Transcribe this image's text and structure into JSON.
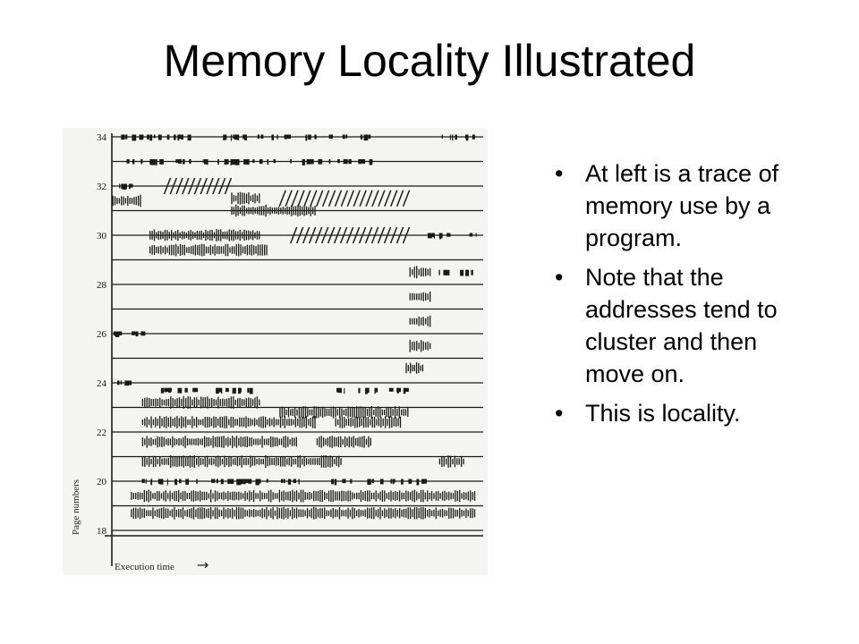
{
  "title": "Memory Locality Illustrated",
  "bullets": [
    "At left is a trace of memory use by a program.",
    "Note that the addresses tend to cluster and then move on.",
    "This is locality."
  ],
  "bullet_glyph": "•",
  "chart_data": {
    "type": "scatter",
    "title": "",
    "xlabel": "Execution time",
    "ylabel": "Page numbers",
    "x_axis_arrow": "→",
    "ylim": [
      18,
      34
    ],
    "xlim": [
      0,
      100
    ],
    "y_ticks": [
      18,
      20,
      22,
      24,
      26,
      28,
      30,
      32,
      34
    ],
    "grid": true,
    "ink_color": "#1a1a1a",
    "reference_clusters": [
      {
        "page": 34,
        "x_start": 2,
        "x_end": 70,
        "pattern": "sparse"
      },
      {
        "page": 34,
        "x_start": 88,
        "x_end": 98,
        "pattern": "sparse"
      },
      {
        "page": 33,
        "x_start": 2,
        "x_end": 70,
        "pattern": "sparse"
      },
      {
        "page": 32,
        "x_start": 0,
        "x_end": 8,
        "pattern": "sparse"
      },
      {
        "page": 31.4,
        "x_start": 0,
        "x_end": 8,
        "pattern": "dense"
      },
      {
        "page": 32,
        "x_start": 14,
        "x_end": 32,
        "pattern": "diagonal"
      },
      {
        "page": 31.5,
        "x_start": 32,
        "x_end": 40,
        "pattern": "dense"
      },
      {
        "page": 31.5,
        "x_start": 45,
        "x_end": 80,
        "pattern": "diagonal"
      },
      {
        "page": 31,
        "x_start": 32,
        "x_end": 55,
        "pattern": "dense"
      },
      {
        "page": 30,
        "x_start": 10,
        "x_end": 40,
        "pattern": "dense"
      },
      {
        "page": 30,
        "x_start": 48,
        "x_end": 80,
        "pattern": "diagonal"
      },
      {
        "page": 30,
        "x_start": 85,
        "x_end": 98,
        "pattern": "sparse"
      },
      {
        "page": 29.4,
        "x_start": 10,
        "x_end": 42,
        "pattern": "dense"
      },
      {
        "page": 28.5,
        "x_start": 80,
        "x_end": 86,
        "pattern": "dense"
      },
      {
        "page": 27.5,
        "x_start": 80,
        "x_end": 86,
        "pattern": "dense"
      },
      {
        "page": 26.5,
        "x_start": 80,
        "x_end": 86,
        "pattern": "dense"
      },
      {
        "page": 25.5,
        "x_start": 80,
        "x_end": 86,
        "pattern": "dense"
      },
      {
        "page": 28.5,
        "x_start": 88,
        "x_end": 98,
        "pattern": "sparse"
      },
      {
        "page": 26,
        "x_start": 0,
        "x_end": 8,
        "pattern": "sparse"
      },
      {
        "page": 24.6,
        "x_start": 79,
        "x_end": 84,
        "pattern": "dense"
      },
      {
        "page": 24,
        "x_start": 0,
        "x_end": 8,
        "pattern": "sparse"
      },
      {
        "page": 23.7,
        "x_start": 10,
        "x_end": 38,
        "pattern": "sparse"
      },
      {
        "page": 23.7,
        "x_start": 60,
        "x_end": 80,
        "pattern": "sparse"
      },
      {
        "page": 23.2,
        "x_start": 8,
        "x_end": 40,
        "pattern": "dense"
      },
      {
        "page": 22.8,
        "x_start": 45,
        "x_end": 80,
        "pattern": "dense"
      },
      {
        "page": 22.4,
        "x_start": 8,
        "x_end": 55,
        "pattern": "dense"
      },
      {
        "page": 22.4,
        "x_start": 60,
        "x_end": 78,
        "pattern": "dense"
      },
      {
        "page": 21.6,
        "x_start": 8,
        "x_end": 50,
        "pattern": "dense"
      },
      {
        "page": 21.6,
        "x_start": 55,
        "x_end": 70,
        "pattern": "dense"
      },
      {
        "page": 20.8,
        "x_start": 8,
        "x_end": 62,
        "pattern": "dense"
      },
      {
        "page": 20.8,
        "x_start": 88,
        "x_end": 95,
        "pattern": "dense"
      },
      {
        "page": 20,
        "x_start": 8,
        "x_end": 85,
        "pattern": "sparse"
      },
      {
        "page": 19.4,
        "x_start": 5,
        "x_end": 98,
        "pattern": "dense"
      },
      {
        "page": 18.7,
        "x_start": 5,
        "x_end": 98,
        "pattern": "dense"
      }
    ]
  }
}
